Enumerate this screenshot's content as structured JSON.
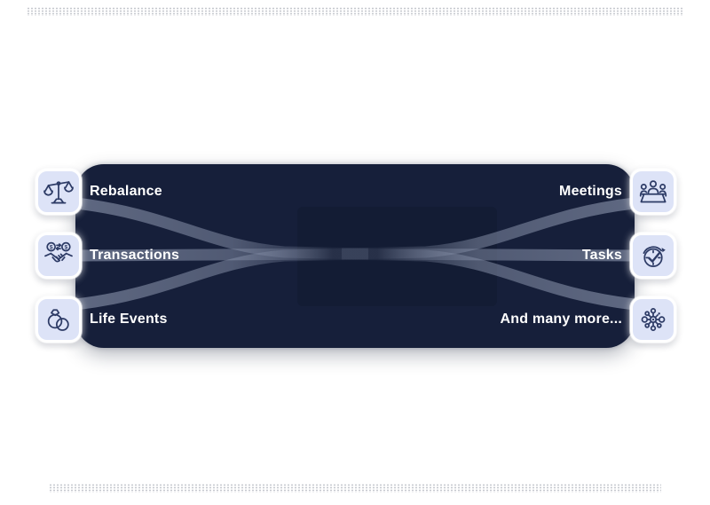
{
  "colors": {
    "page-bg": "#ffffff",
    "panel-bg": "#161f3a",
    "ribbon": "#8b95ad",
    "chip-bg": "#dde3f7",
    "chip-border": "#ffffff",
    "icon-stroke": "#2d3b66",
    "label": "#ffffff"
  },
  "left_items": [
    {
      "label": "Rebalance",
      "icon": "balance-scale-icon"
    },
    {
      "label": "Transactions",
      "icon": "handshake-coins-icon"
    },
    {
      "label": "Life Events",
      "icon": "wedding-rings-icon"
    }
  ],
  "right_items": [
    {
      "label": "Meetings",
      "icon": "meeting-table-icon"
    },
    {
      "label": "Tasks",
      "icon": "clock-checkmark-icon"
    },
    {
      "label": "And many more...",
      "icon": "network-hub-icon"
    }
  ]
}
